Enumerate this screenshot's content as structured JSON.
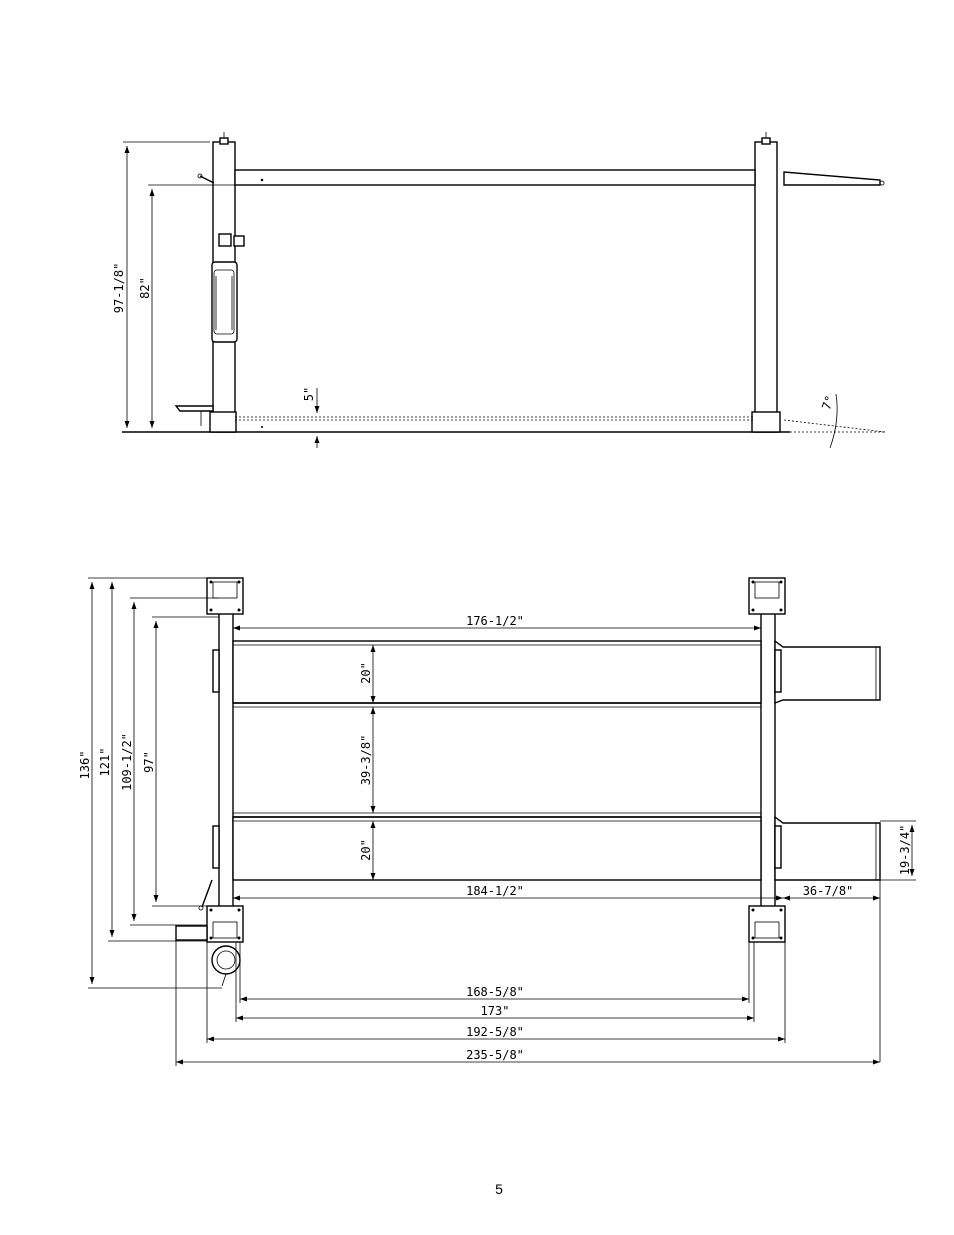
{
  "side_view": {
    "dims": {
      "overall_height": "97-1/8\"",
      "height_82": "82\"",
      "deck_5": "5\"",
      "ramp_angle": "7°"
    }
  },
  "top_view": {
    "dims": {
      "d_176": "176-1/2\"",
      "runway_20_top": "20\"",
      "gap_39": "39-3/8\"",
      "runway_20_bottom": "20\"",
      "d_184": "184-1/2\"",
      "d_36": "36-7/8\"",
      "d_19": "19-3/4\"",
      "d_136": "136\"",
      "d_121": "121\"",
      "d_109": "109-1/2\"",
      "d_97": "97\"",
      "d_168": "168-5/8\"",
      "d_173": "173\"",
      "d_192": "192-5/8\"",
      "d_235": "235-5/8\""
    }
  },
  "page_number": "5"
}
